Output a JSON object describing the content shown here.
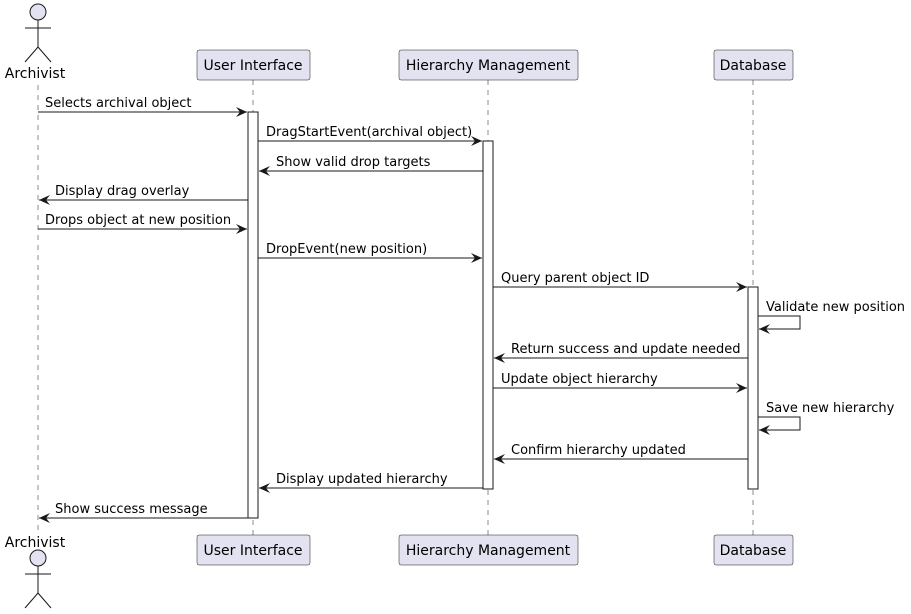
{
  "colors": {
    "participant_fill": "#E2E2F0",
    "participant_stroke": "#181818",
    "lifeline": "#181818",
    "arrow": "#181818",
    "activation_fill": "#FFFFFF",
    "background": "#FFFFFF"
  },
  "actor": {
    "name": "Archivist",
    "icon": "stick-figure-icon"
  },
  "participants": [
    {
      "id": "ui",
      "name": "User Interface"
    },
    {
      "id": "hm",
      "name": "Hierarchy Management"
    },
    {
      "id": "db",
      "name": "Database"
    }
  ],
  "messages": [
    {
      "from": "archivist",
      "to": "ui",
      "label": "Selects archival object"
    },
    {
      "from": "ui",
      "to": "hm",
      "label": "DragStartEvent(archival object)"
    },
    {
      "from": "hm",
      "to": "ui",
      "label": "Show valid drop targets"
    },
    {
      "from": "ui",
      "to": "archivist",
      "label": "Display drag overlay"
    },
    {
      "from": "archivist",
      "to": "ui",
      "label": "Drops object at new position"
    },
    {
      "from": "ui",
      "to": "hm",
      "label": "DropEvent(new position)"
    },
    {
      "from": "hm",
      "to": "db",
      "label": "Query parent object ID"
    },
    {
      "from": "db",
      "to": "db",
      "label": "Validate new position"
    },
    {
      "from": "db",
      "to": "hm",
      "label": "Return success and update needed"
    },
    {
      "from": "hm",
      "to": "db",
      "label": "Update object hierarchy"
    },
    {
      "from": "db",
      "to": "db",
      "label": "Save new hierarchy"
    },
    {
      "from": "db",
      "to": "hm",
      "label": "Confirm hierarchy updated"
    },
    {
      "from": "hm",
      "to": "ui",
      "label": "Display updated hierarchy"
    },
    {
      "from": "ui",
      "to": "archivist",
      "label": "Show success message"
    }
  ]
}
